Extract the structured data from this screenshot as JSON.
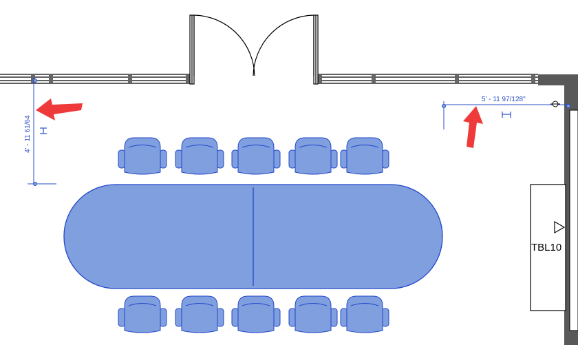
{
  "dimensions": {
    "vertical_label": "4' - 11 61/64",
    "horizontal_label": "5' - 11 97/128\""
  },
  "tag": {
    "label": "TBL10"
  },
  "colors": {
    "selection_fill": "#7f9fdf",
    "selection_stroke": "#2346c8",
    "dimension": "#2a4fc7",
    "annotation_arrow": "#ee3a3a",
    "wall": "#000000",
    "wall_dark": "#5a5a5a"
  },
  "icons": {
    "annotation_arrow": "red-arrow-icon",
    "dimension_lock": "dimension-lock-icon",
    "door_swing": "double-door-swing",
    "tag_marker": "triangle-marker-icon"
  }
}
